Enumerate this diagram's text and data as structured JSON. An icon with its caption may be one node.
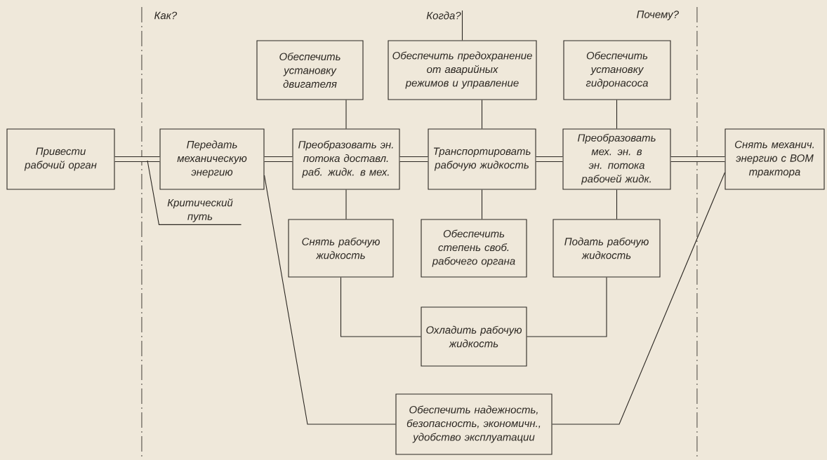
{
  "diagram": {
    "nodes": [
      {
        "text": [
          "Привести рабочий орган"
        ]
      },
      {
        "text": [
          "Передать механическую энергию"
        ]
      },
      {
        "text": [
          "Обеспечить установку двигателя"
        ]
      },
      {
        "text": [
          "Обеспечить предохранение от аварийных режимов и управление"
        ]
      },
      {
        "text": [
          "Обеспечить установку гидронасоса"
        ]
      },
      {
        "text": [
          "Преобразовать эн. потока доставл. раб. жидк. в мех."
        ]
      },
      {
        "text": [
          "Транспортировать рабочую жидкость"
        ]
      },
      {
        "text": [
          "Преобразовать мех. эн. в эн. потока рабочей жидк."
        ]
      },
      {
        "text": [
          "Снять механич. энергию с ВОМ трактора"
        ]
      },
      {
        "text": [
          "Снять рабочую жидкость"
        ]
      },
      {
        "text": [
          "Обеспечить степень своб. рабочего органа"
        ]
      },
      {
        "text": [
          "Подать рабочую жидкость"
        ]
      },
      {
        "text": [
          "Охладить рабочую жидкость"
        ]
      },
      {
        "text": [
          "Обеспечить надежность, безопасность, экономичн., удобство эксплуатации"
        ]
      },
      {
        "text": [
          "Критический путь"
        ]
      },
      {
        "text": [
          "Когда?"
        ]
      }
    ],
    "edges": [
      {
        "from": 0,
        "to": 1,
        "arrow": "none",
        "style": "thick"
      },
      {
        "from": 1,
        "to": 5,
        "arrow": "none",
        "style": "thick"
      },
      {
        "from": 5,
        "to": 6,
        "arrow": "none",
        "style": "thick"
      },
      {
        "from": 6,
        "to": 7,
        "arrow": "none",
        "style": "thick"
      },
      {
        "from": 7,
        "to": 8,
        "arrow": "none",
        "style": "thick"
      },
      {
        "from": 2,
        "to": 5,
        "arrow": "none"
      },
      {
        "from": 3,
        "to": 6,
        "arrow": "none"
      },
      {
        "from": 4,
        "to": 7,
        "arrow": "none"
      },
      {
        "from": 5,
        "to": 9,
        "arrow": "none"
      },
      {
        "from": 6,
        "to": 10,
        "arrow": "none"
      },
      {
        "from": 7,
        "to": 11,
        "arrow": "none"
      },
      {
        "from": 9,
        "to": 12,
        "arrow": "none"
      },
      {
        "from": 11,
        "to": 12,
        "arrow": "none"
      },
      {
        "from": 1,
        "to": 13,
        "arrow": "none"
      },
      {
        "from": 8,
        "to": 13,
        "arrow": "none"
      },
      {
        "from": 15,
        "to": 3,
        "arrow": "none"
      },
      {
        "from": 14,
        "to": null,
        "arrow": "none"
      }
    ],
    "labels": [
      "Как?",
      "Почему?"
    ]
  }
}
